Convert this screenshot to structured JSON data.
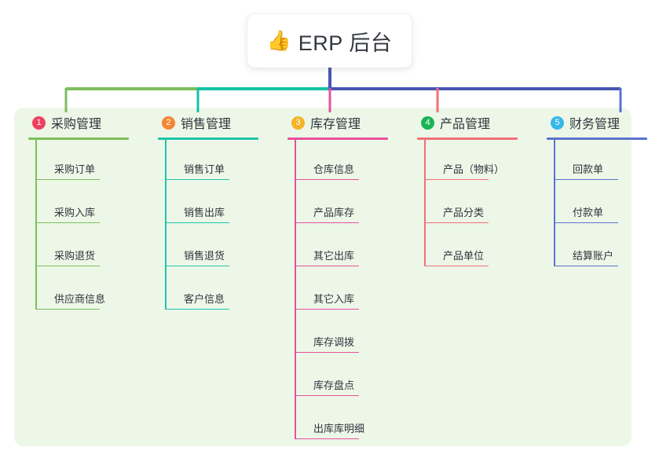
{
  "diagram": {
    "type": "mind-map",
    "root": {
      "icon": "thumbs-up-icon",
      "emoji": "👍",
      "label": "ERP 后台"
    },
    "panel_color": "#EDF7E8",
    "stem_color": "#4A55B5",
    "branches": [
      {
        "number": "1",
        "label": "采购管理",
        "badge_color": "#EE4060",
        "line_color": "#7DBE5C",
        "connector_color": "#7DBE5C",
        "items": [
          "采购订单",
          "采购入库",
          "采购退货",
          "供应商信息"
        ]
      },
      {
        "number": "2",
        "label": "销售管理",
        "badge_color": "#F58634",
        "line_color": "#1EC4A8",
        "connector_color": "#12C2A6",
        "items": [
          "销售订单",
          "销售出库",
          "销售退货",
          "客户信息"
        ]
      },
      {
        "number": "3",
        "label": "库存管理",
        "badge_color": "#F5B426",
        "line_color": "#E8509B",
        "connector_color": "#E8509B",
        "items": [
          "仓库信息",
          "产品库存",
          "其它出库",
          "其它入库",
          "库存调拨",
          "库存盘点",
          "出库库明细"
        ]
      },
      {
        "number": "4",
        "label": "产品管理",
        "badge_color": "#19B356",
        "line_color": "#F2707A",
        "connector_color": "#F2707A",
        "items": [
          "产品（物料）",
          "产品分类",
          "产品单位"
        ]
      },
      {
        "number": "5",
        "label": "财务管理",
        "badge_color": "#37B6E9",
        "line_color": "#5A73CF",
        "connector_color": "#4A55B5",
        "items": [
          "回款单",
          "付款单",
          "结算账户"
        ]
      }
    ]
  }
}
